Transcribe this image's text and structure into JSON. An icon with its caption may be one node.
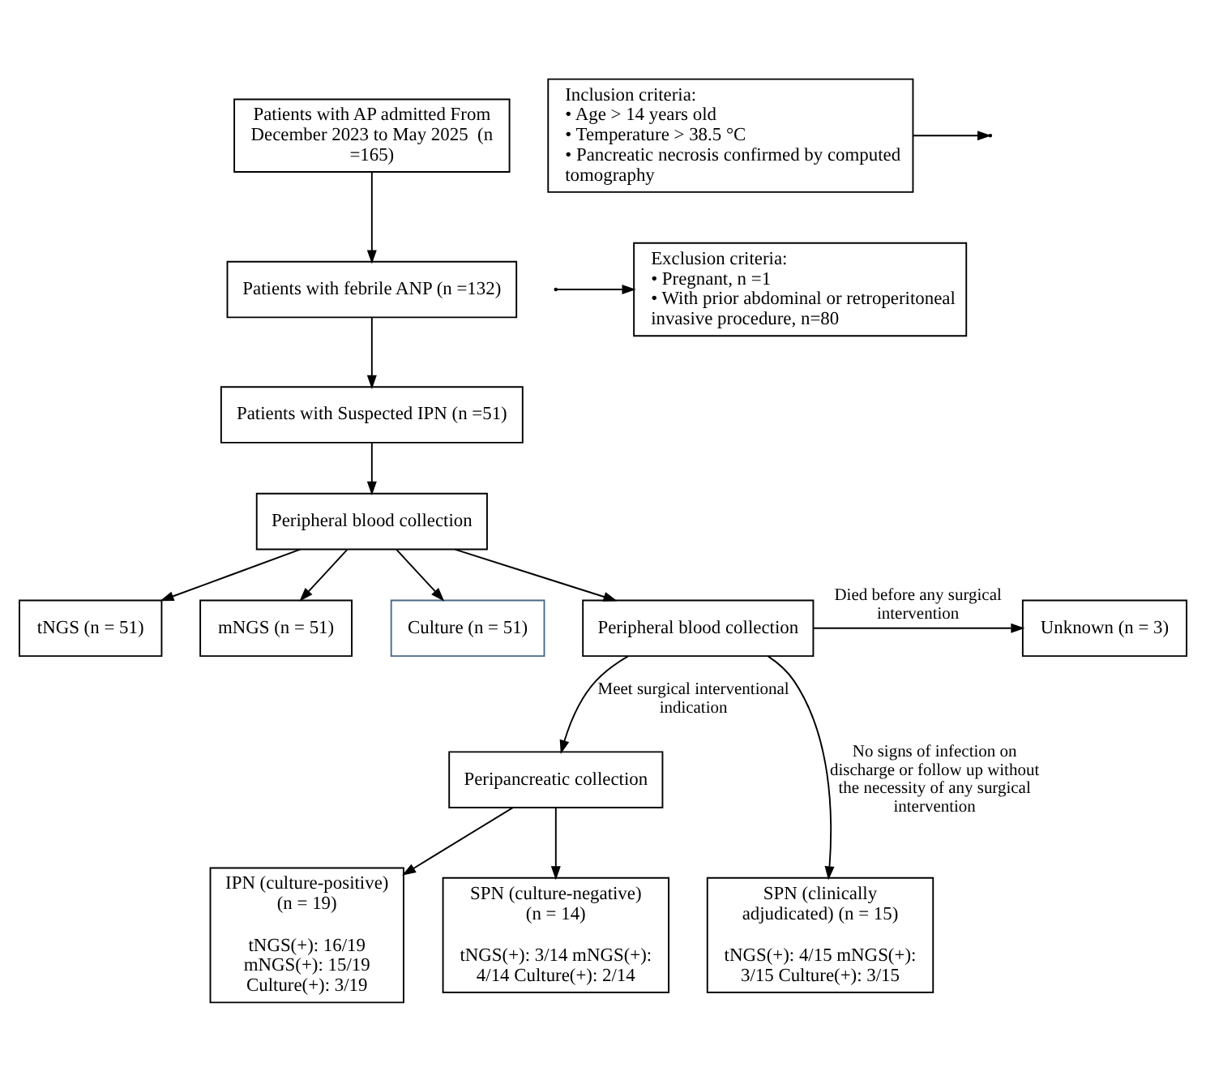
{
  "diagram": {
    "nodes": [
      {
        "text": [
          "Patients with AP admitted From December 2023 to May 2025  (n =165)"
        ]
      },
      {
        "text": [
          "Inclusion criteria:",
          "• Age > 14 years old",
          "• Temperature > 38.5 °C",
          "• Pancreatic necrosis confirmed by computed tomography"
        ]
      },
      {
        "text": [
          "Patients with febrile ANP (n =132)"
        ]
      },
      {
        "text": [
          "Exclusion criteria:",
          "• Pregnant, n =1",
          "• With prior abdominal or retroperitoneal invasive procedure, n=80"
        ]
      },
      {
        "text": [
          "Patients with Suspected IPN (n =51)"
        ]
      },
      {
        "text": [
          "tNGS (n = 51)"
        ]
      },
      {
        "text": [
          "mNGS (n = 51)"
        ]
      },
      {
        "text": [
          "Culture (n = 51)"
        ]
      },
      {
        "text": [
          "Peripheral blood collection"
        ]
      },
      {
        "text": [
          "Peripheral blood collection"
        ]
      },
      {
        "text": [
          "Unknown (n = 3)"
        ]
      },
      {
        "text": [
          "Peripancreatic collection"
        ]
      },
      {
        "text": [
          "IPN (culture-positive) (n = 19)",
          "tNGS(+): 16/19 mNGS(+): 15/19 Culture(+): 3/19"
        ]
      },
      {
        "text": [
          "SPN (culture-negative) (n = 14)",
          "tNGS(+): 3/14 mNGS(+): 4/14 Culture(+): 2/14"
        ]
      },
      {
        "text": [
          "SPN (clinically adjudicated) (n = 15)",
          "tNGS(+): 4/15 mNGS(+): 3/15 Culture(+): 3/15"
        ]
      }
    ],
    "edges": [
      {
        "from": 0,
        "to": 2,
        "arrow": "to"
      },
      {
        "from": 1,
        "to": null,
        "arrow": "to"
      },
      {
        "from": null,
        "to": 3,
        "arrow": "to"
      },
      {
        "from": 2,
        "to": 4,
        "arrow": "to"
      },
      {
        "from": 4,
        "to": 8,
        "arrow": "to"
      },
      {
        "from": 8,
        "to": 5,
        "arrow": "to"
      },
      {
        "from": 8,
        "to": 6,
        "arrow": "to"
      },
      {
        "from": 8,
        "to": 7,
        "arrow": "to"
      },
      {
        "from": 8,
        "to": 9,
        "arrow": "to"
      },
      {
        "from": 9,
        "to": 10,
        "arrow": "to",
        "label": "Died before any surgical intervention"
      },
      {
        "from": 9,
        "to": 11,
        "arrow": "to",
        "label": "Meet surgical interventional indication"
      },
      {
        "from": 9,
        "to": 14,
        "arrow": "to",
        "label": "No signs of infection on discharge or follow up without the necessity of any surgical intervention"
      },
      {
        "from": 11,
        "to": 12,
        "arrow": "to"
      },
      {
        "from": 11,
        "to": 13,
        "arrow": "to"
      }
    ]
  }
}
